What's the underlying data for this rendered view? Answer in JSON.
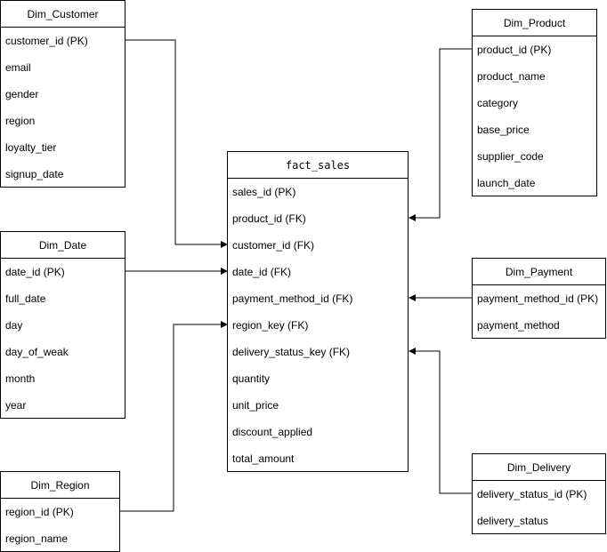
{
  "entities": {
    "dim_customer": {
      "title": "Dim_Customer",
      "fields": [
        "customer_id (PK)",
        "email",
        "gender",
        "region",
        "loyalty_tier",
        "signup_date"
      ]
    },
    "dim_date": {
      "title": "Dim_Date",
      "fields": [
        "date_id (PK)",
        "full_date",
        "day",
        "day_of_weak",
        "month",
        "year"
      ]
    },
    "dim_region": {
      "title": "Dim_Region",
      "fields": [
        "region_id (PK)",
        "region_name"
      ]
    },
    "fact_sales": {
      "title": "fact_sales",
      "fields": [
        "sales_id (PK)",
        "product_id (FK)",
        "customer_id (FK)",
        "date_id (FK)",
        "payment_method_id (FK)",
        "region_key (FK)",
        "delivery_status_key (FK)",
        "quantity",
        "unit_price",
        "discount_applied",
        "total_amount"
      ]
    },
    "dim_product": {
      "title": "Dim_Product",
      "fields": [
        "product_id (PK)",
        "product_name",
        "category",
        "base_price",
        "supplier_code",
        "launch_date"
      ]
    },
    "dim_payment": {
      "title": "Dim_Payment",
      "fields": [
        "payment_method_id (PK)",
        "payment_method"
      ]
    },
    "dim_delivery": {
      "title": "Dim_Delivery",
      "fields": [
        "delivery_status_id (PK)",
        "delivery_status"
      ]
    }
  },
  "colors": {
    "line": "#000000",
    "border": "#000000",
    "background": "#ffffff"
  }
}
